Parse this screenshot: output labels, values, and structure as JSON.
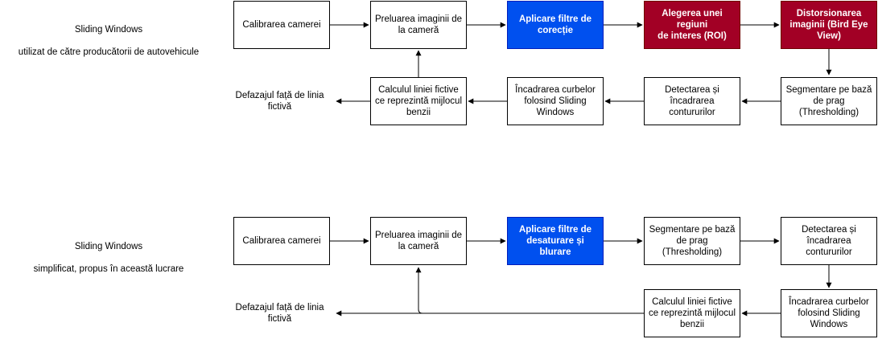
{
  "colors": {
    "blue_fill": "#0050ef",
    "red_fill": "#a20025",
    "line": "#000000"
  },
  "top": {
    "title_line1": "Sliding Windows",
    "title_line2": "utilizat de către producătorii de autovehicule",
    "calibration": "Calibrarea camerei",
    "acquisition": "Preluarea imaginii de\nla cameră",
    "filters": "Aplicare filtre de\ncorecție",
    "roi": "Alegerea unei regiuni\nde interes (ROI)",
    "distortion": "Distorsionarea\nimaginii (Bird Eye\nView)",
    "thresholding": "Segmentare pe bază\nde prag\n(Thresholding)",
    "contours": "Detectarea și\nîncadrarea\ncontururilor",
    "curves": "Încadrarea curbelor\nfolosind Sliding\nWindows",
    "fictive_line": "Calculul liniei fictive\nce reprezintă mijlocul\nbenzii",
    "offset": "Defazajul față de linia\nfictivă"
  },
  "bottom": {
    "title_line1": "Sliding Windows",
    "title_line2": "simplificat, propus în această lucrare",
    "calibration": "Calibrarea camerei",
    "acquisition": "Preluarea imaginii de\nla cameră",
    "filters": "Aplicare filtre de\ndesaturare și blurare",
    "thresholding": "Segmentare pe bază\nde prag\n(Thresholding)",
    "contours": "Detectarea și\nîncadrarea\ncontururilor",
    "curves": "Încadrarea curbelor\nfolosind Sliding\nWindows",
    "fictive_line": "Calculul liniei fictive\nce reprezintă mijlocul\nbenzii",
    "offset": "Defazajul față de linia\nfictivă"
  }
}
